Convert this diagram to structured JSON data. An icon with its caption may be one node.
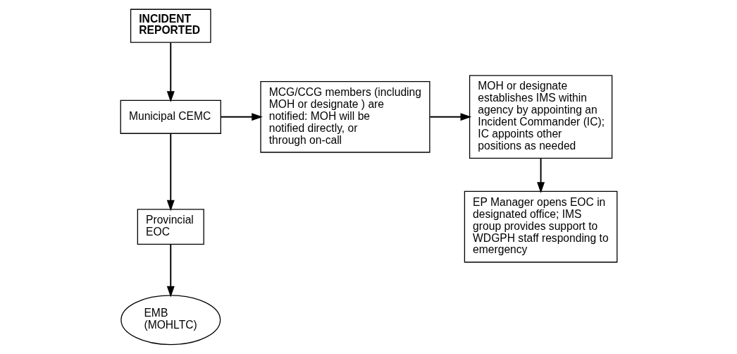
{
  "diagram": {
    "nodes": [
      {
        "text": [
          "INCIDENT REPORTED"
        ]
      },
      {
        "text": [
          "Municipal CEMC"
        ]
      },
      {
        "text": [
          "Provincial EOC"
        ]
      },
      {
        "text": [
          "EMB (MOHLTC)"
        ]
      },
      {
        "text": [
          "MCG/CCG members (including MOH or designate ) are notified: MOH will be notified directly, or through on-call"
        ]
      },
      {
        "text": [
          "MOH or designate establishes IMS within agency by appointing an Incident Commander (IC); IC appoints other positions as needed"
        ]
      },
      {
        "text": [
          "EP Manager opens EOC in designated office; IMS group provides support to WDGPH staff responding to emergency"
        ]
      }
    ],
    "edges": [
      {
        "from": 0,
        "to": 1,
        "arrow": "to"
      },
      {
        "from": 1,
        "to": 4,
        "arrow": "to"
      },
      {
        "from": 1,
        "to": 2,
        "arrow": "to"
      },
      {
        "from": 2,
        "to": 3,
        "arrow": "to"
      },
      {
        "from": 4,
        "to": 5,
        "arrow": "to"
      },
      {
        "from": 5,
        "to": 6,
        "arrow": "to"
      }
    ]
  }
}
